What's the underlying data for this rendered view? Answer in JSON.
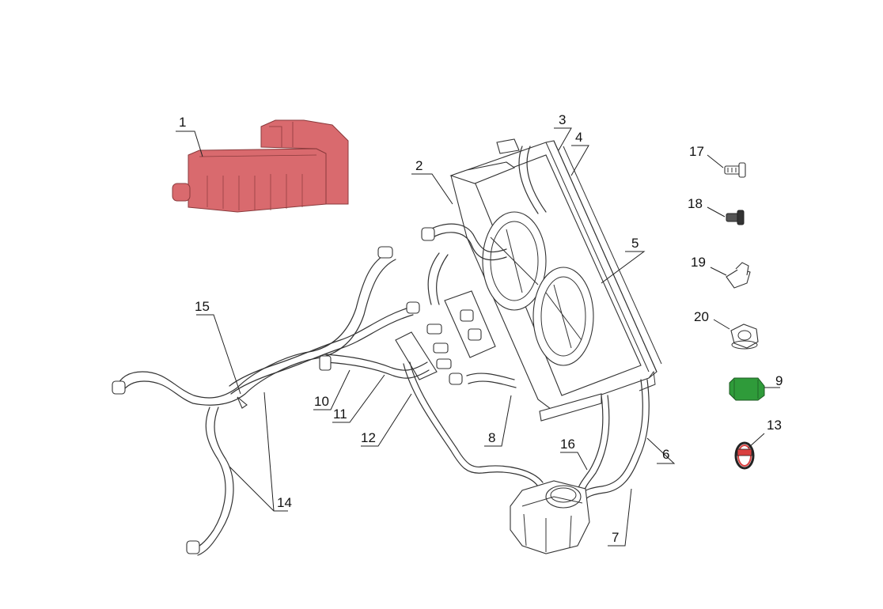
{
  "colors": {
    "highlight_part_1": "#d96a6e",
    "highlight_part_9": "#2f9b3a",
    "highlight_part_13": "#d94040",
    "line": "#333333",
    "background": "#ffffff"
  },
  "callouts": [
    {
      "id": "1",
      "label": "1"
    },
    {
      "id": "2",
      "label": "2"
    },
    {
      "id": "3",
      "label": "3"
    },
    {
      "id": "4",
      "label": "4"
    },
    {
      "id": "5",
      "label": "5"
    },
    {
      "id": "6",
      "label": "6"
    },
    {
      "id": "7",
      "label": "7"
    },
    {
      "id": "8",
      "label": "8"
    },
    {
      "id": "9",
      "label": "9"
    },
    {
      "id": "10",
      "label": "10"
    },
    {
      "id": "11",
      "label": "11"
    },
    {
      "id": "12",
      "label": "12"
    },
    {
      "id": "13",
      "label": "13"
    },
    {
      "id": "14",
      "label": "14"
    },
    {
      "id": "15",
      "label": "15"
    },
    {
      "id": "16",
      "label": "16"
    },
    {
      "id": "17",
      "label": "17"
    },
    {
      "id": "18",
      "label": "18"
    },
    {
      "id": "19",
      "label": "19"
    },
    {
      "id": "20",
      "label": "20"
    }
  ]
}
